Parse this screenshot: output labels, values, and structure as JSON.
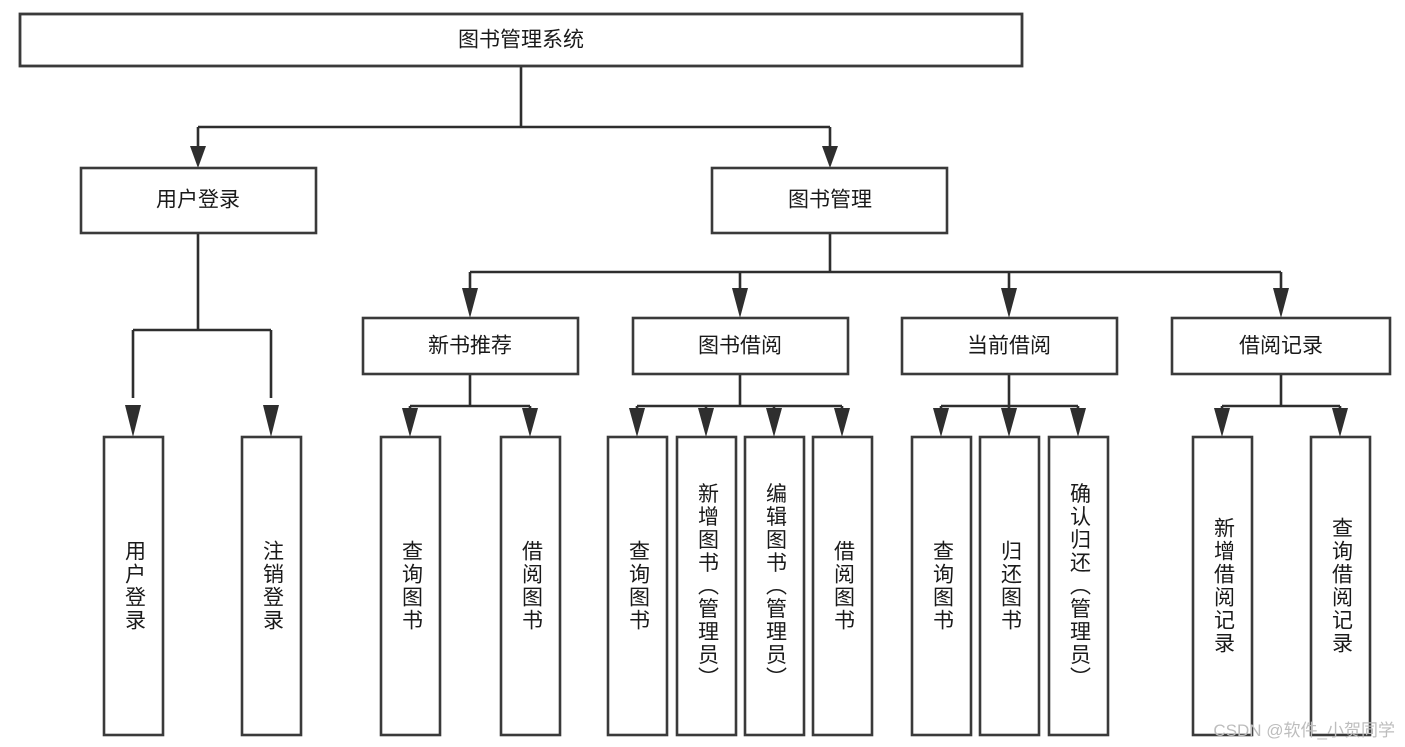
{
  "diagram": {
    "title": "图书管理系统",
    "type": "tree",
    "orientation": "top-down",
    "colors": {
      "box_fill": "#ffffff",
      "box_stroke": "#3a3a3a",
      "connector": "#2e2e2e",
      "text": "#1a1a1a",
      "background": "#ffffff",
      "watermark": "#bdbdbd"
    },
    "nodes": {
      "root": "图书管理系统",
      "level2": {
        "user_login": "用户登录",
        "book_management": "图书管理"
      },
      "level3": {
        "new_book_recommend": "新书推荐",
        "book_borrow": "图书借阅",
        "current_borrow": "当前借阅",
        "borrow_record": "借阅记录"
      },
      "leaves": {
        "user_login_children": [
          "用户登录",
          "注销登录"
        ],
        "new_book_recommend_children": [
          "查询图书",
          "借阅图书"
        ],
        "book_borrow_children": [
          "查询图书",
          "新增图书（管理员）",
          "编辑图书（管理员）",
          "借阅图书"
        ],
        "current_borrow_children": [
          "查询图书",
          "归还图书",
          "确认归还（管理员）"
        ],
        "borrow_record_children": [
          "新增借阅记录",
          "查询借阅记录"
        ]
      }
    }
  },
  "watermark": {
    "text": "CSDN @软件_小贺同学"
  }
}
